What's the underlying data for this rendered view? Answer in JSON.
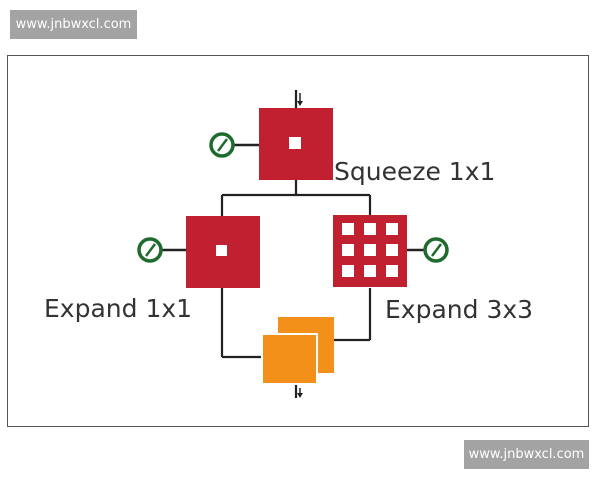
{
  "watermarks": {
    "top": "www.jnbwxcl.com",
    "bottom": "www.jnbwxcl.com"
  },
  "labels": {
    "squeeze": "Squeeze 1x1",
    "expand1": "Expand 1x1",
    "expand3": "Expand 3x3"
  },
  "colors": {
    "conv_red": "#c0202f",
    "output_orange": "#f39019",
    "gauge_green": "#1e6b2e",
    "line": "#222222",
    "text": "#333333"
  },
  "icons": {
    "input_arrow": "down-arrow-icon",
    "output_arrow": "down-arrow-icon",
    "activation": "gauge-icon"
  }
}
